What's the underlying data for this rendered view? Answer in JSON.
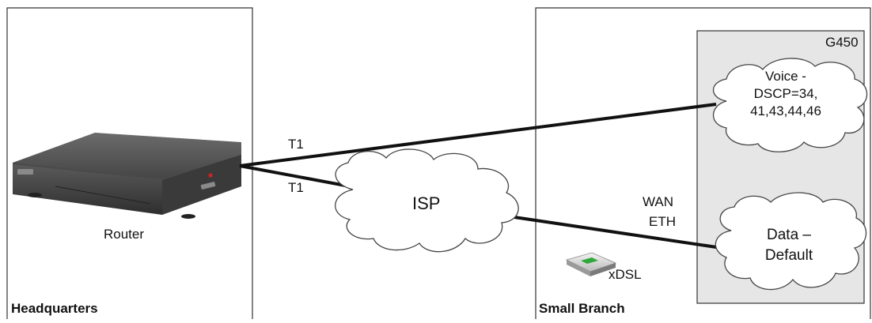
{
  "headquarters": {
    "label": "Headquarters",
    "router_label": "Router"
  },
  "links": {
    "t1_upper": "T1",
    "t1_lower": "T1",
    "wan": "WAN",
    "eth": "ETH"
  },
  "isp": {
    "label": "ISP"
  },
  "branch": {
    "label": "Small Branch",
    "device": "G450",
    "modem_label": "xDSL",
    "voice_cloud": [
      "Voice -",
      "DSCP=34,",
      "41,43,44,46"
    ],
    "data_cloud": [
      "Data –",
      "Default"
    ]
  },
  "colors": {
    "panel_fill": "#e6e6e6",
    "border": "#333333",
    "link": "#111111",
    "cloud_fill": "#ffffff"
  }
}
